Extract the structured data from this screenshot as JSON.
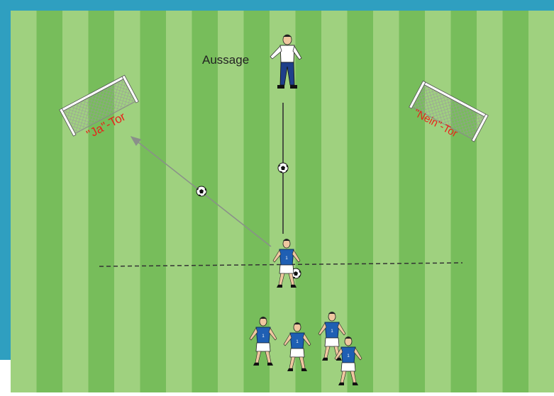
{
  "labels": {
    "statement": "Aussage",
    "yes_goal": "\"Ja\"-Tor",
    "no_goal": "\"Nein\"-Tor"
  },
  "colors": {
    "frame": "#2f9fc0",
    "stripe_light": "#9fd17f",
    "stripe_dark": "#77bd5b",
    "goal_label": "#e8231a",
    "jersey": "#1f5fb3",
    "shorts": "#ffffff",
    "skin": "#efc7a0",
    "line": "#333333",
    "arrow": "#8a8f8a"
  },
  "icons": {
    "ball": "soccer-ball-icon",
    "goal": "goal-net-icon",
    "player": "player-icon",
    "coach": "coach-icon"
  }
}
